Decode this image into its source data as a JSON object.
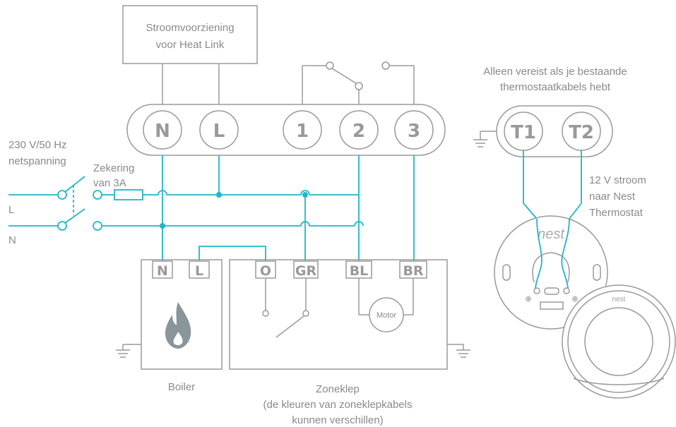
{
  "power_supply": {
    "line1": "Stroomvoorziening",
    "line2": "voor Heat Link"
  },
  "heat_link_terminals": [
    "N",
    "L",
    "1",
    "2",
    "3"
  ],
  "thermostat_note": {
    "line1": "Alleen vereist als je bestaande",
    "line2": "thermostaatkabels hebt"
  },
  "thermostat_terminals": [
    "T1",
    "T2"
  ],
  "mains": {
    "line1": "230 V/50 Hz",
    "line2": "netspanning",
    "live": "L",
    "neutral": "N"
  },
  "fuse": {
    "line1": "Zekering",
    "line2": "van 3A"
  },
  "stroom_note": {
    "line1": "12 V stroom",
    "line2": "naar Nest",
    "line3": "Thermostat"
  },
  "boiler": {
    "terminals": [
      "N",
      "L"
    ],
    "label": "Boiler"
  },
  "zone_valve": {
    "terminals": [
      "O",
      "GR",
      "BL",
      "BR"
    ],
    "motor": "Motor",
    "label_line1": "Zoneklep",
    "label_line2": "(de kleuren van zoneklepkabels",
    "label_line3": "kunnen verschillen)"
  },
  "nest_logo": "nest",
  "nest_small": "nest",
  "colors": {
    "wire": "#1fb6c9",
    "outline": "#9a9a9a"
  }
}
